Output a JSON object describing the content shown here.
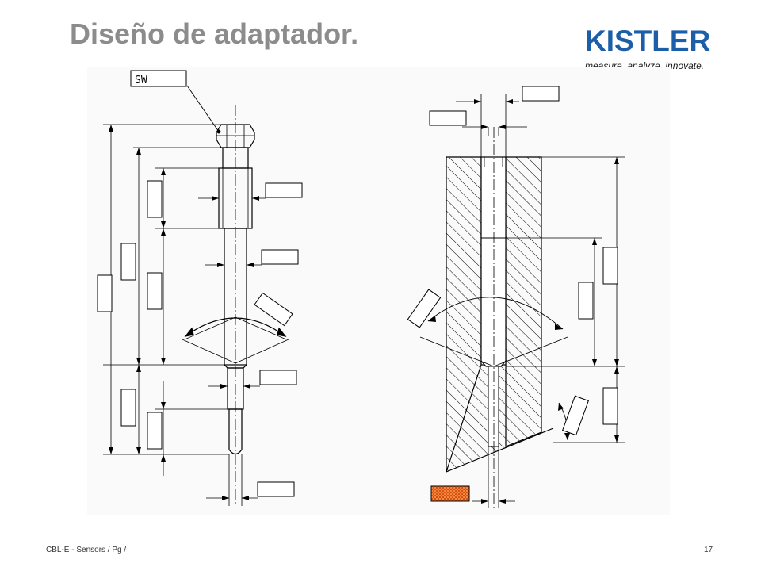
{
  "slide": {
    "title": "Diseño de adaptador.",
    "footer_left": "CBL-E - Sensors / Pg /",
    "page_number": "17"
  },
  "logo": {
    "brand": "KISTLER",
    "tagline": "measure. analyze. innovate.",
    "brand_color": "#1c5fa8"
  },
  "drawing": {
    "labels": {
      "wrench_size": "SW"
    },
    "colors": {
      "line": "#000000",
      "highlight": "#e8631a"
    }
  }
}
